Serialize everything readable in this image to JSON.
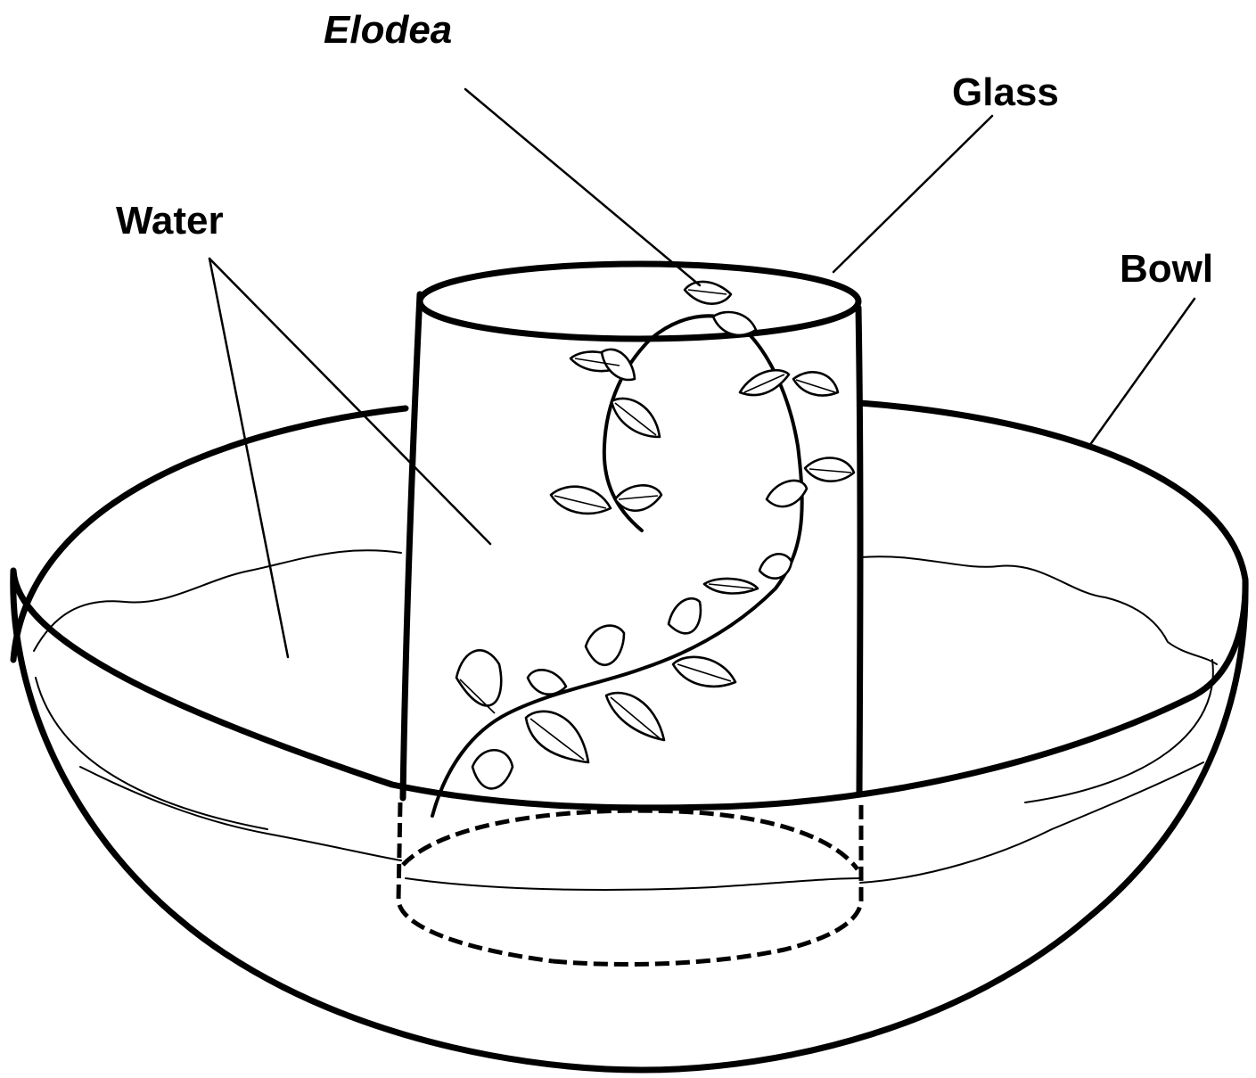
{
  "labels": {
    "elodea": "Elodea",
    "glass": "Glass",
    "water": "Water",
    "bowl": "Bowl"
  },
  "colors": {
    "ink": "#000000",
    "background": "#ffffff"
  }
}
